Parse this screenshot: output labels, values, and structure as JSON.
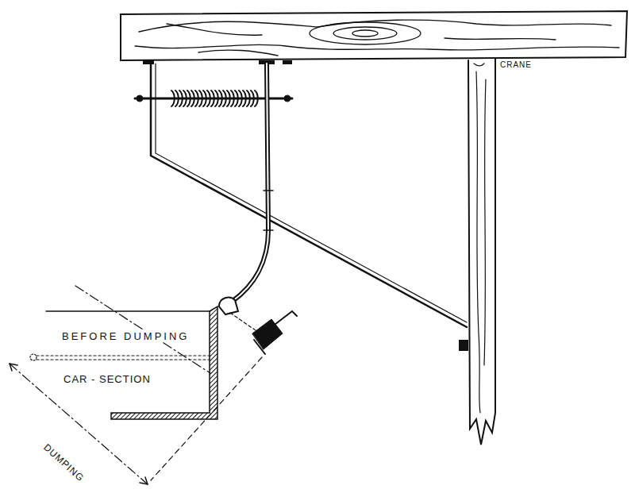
{
  "diagram": {
    "labels": [
      "CRANE",
      "BEFORE DUMPING",
      "CAR - SECTION",
      "DUMPING"
    ]
  }
}
